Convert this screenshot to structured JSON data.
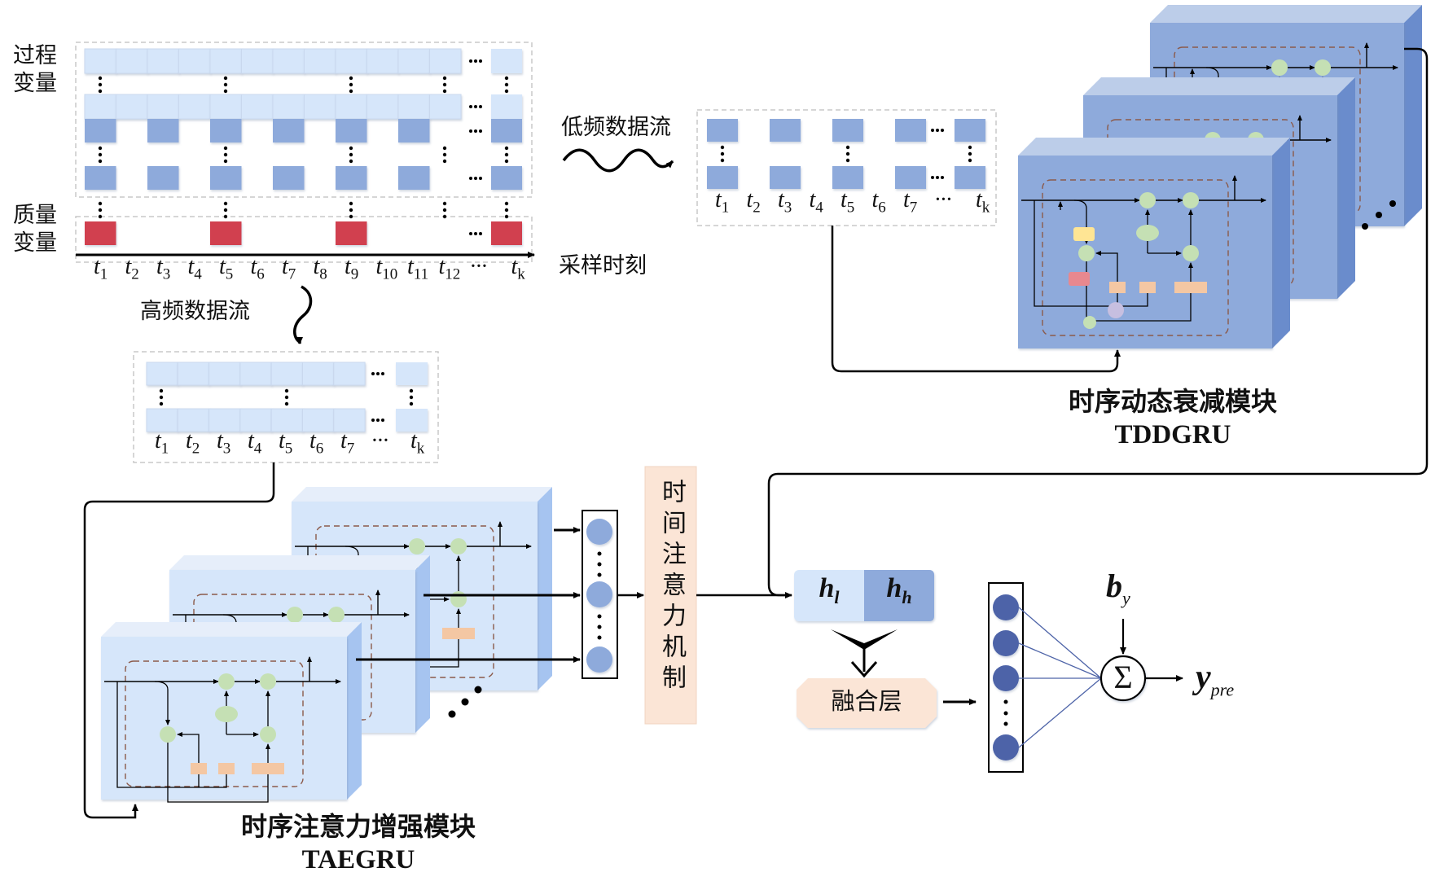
{
  "labels": {
    "process_vars": "过程变量",
    "process_vars_l1": "过程",
    "process_vars_l2": "变量",
    "quality_vars_l1": "质量",
    "quality_vars_l2": "变量",
    "sampling_time": "采样时刻",
    "low_freq_stream": "低频数据流",
    "high_freq_stream": "高频数据流",
    "ellipsis": "···"
  },
  "time_axis": {
    "ticks": [
      {
        "base": "t",
        "sub": "1"
      },
      {
        "base": "t",
        "sub": "2"
      },
      {
        "base": "t",
        "sub": "3"
      },
      {
        "base": "t",
        "sub": "4"
      },
      {
        "base": "t",
        "sub": "5"
      },
      {
        "base": "t",
        "sub": "6"
      },
      {
        "base": "t",
        "sub": "7"
      },
      {
        "base": "t",
        "sub": "8"
      },
      {
        "base": "t",
        "sub": "9"
      },
      {
        "base": "t",
        "sub": "10"
      },
      {
        "base": "t",
        "sub": "11"
      },
      {
        "base": "t",
        "sub": "12"
      },
      {
        "base": "···",
        "sub": ""
      },
      {
        "base": "t",
        "sub": "k"
      }
    ]
  },
  "low_freq_ticks": [
    {
      "base": "t",
      "sub": "1"
    },
    {
      "base": "t",
      "sub": "2"
    },
    {
      "base": "t",
      "sub": "3"
    },
    {
      "base": "t",
      "sub": "4"
    },
    {
      "base": "t",
      "sub": "5"
    },
    {
      "base": "t",
      "sub": "6"
    },
    {
      "base": "t",
      "sub": "7"
    },
    {
      "base": "···",
      "sub": ""
    },
    {
      "base": "t",
      "sub": "k"
    }
  ],
  "high_freq_ticks": [
    {
      "base": "t",
      "sub": "1"
    },
    {
      "base": "t",
      "sub": "2"
    },
    {
      "base": "t",
      "sub": "3"
    },
    {
      "base": "t",
      "sub": "4"
    },
    {
      "base": "t",
      "sub": "5"
    },
    {
      "base": "t",
      "sub": "6"
    },
    {
      "base": "t",
      "sub": "7"
    },
    {
      "base": "···",
      "sub": ""
    },
    {
      "base": "t",
      "sub": "k"
    }
  ],
  "modules": {
    "tddgru": {
      "title": "时序动态衰减模块",
      "name": "TDDGRU"
    },
    "taegru": {
      "title": "时序注意力增强模块",
      "name": "TAEGRU"
    }
  },
  "attention": {
    "label": "时间注意力机制"
  },
  "fusion": {
    "h_low": {
      "base": "h",
      "sub": "l"
    },
    "h_high": {
      "base": "h",
      "sub": "h"
    },
    "layer_label": "融合层"
  },
  "output": {
    "bias": {
      "base": "b",
      "sub": "y"
    },
    "sum_symbol": "Σ",
    "prediction": {
      "base": "y",
      "sub": "pre"
    }
  },
  "colors": {
    "light_cell": "#d6e6fa",
    "mid_cell": "#8eaadb",
    "quality_cell": "#d1404f",
    "tddgru_face": "#8eaadb",
    "tddgru_top": "#bccde9",
    "tddgru_side": "#6a8ccc",
    "taegru_face": "#d6e6fa",
    "taegru_top": "#e6eefa",
    "taegru_side": "#a6c4f0",
    "gate_green": "#c5e0b4",
    "gate_orange": "#f4c7a3",
    "yellow_box": "#ffe594",
    "red_box": "#e8888f",
    "purple_circle": "#c7bfe0",
    "attn_bg": "#fbe5d6",
    "neuron_attn": "#8eaadb",
    "neuron_out": "#4e64a8",
    "dashed_inner": "#8b5a4a"
  }
}
